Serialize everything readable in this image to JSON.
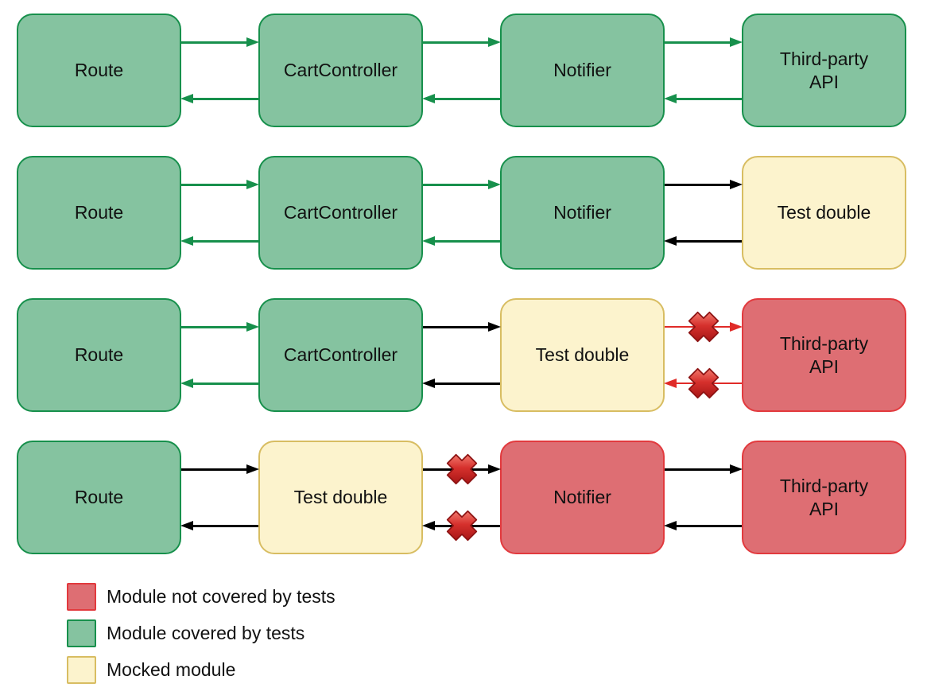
{
  "colors": {
    "green_fill": "#85c3a0",
    "green_border": "#17904c",
    "yellow_fill": "#fcf3cd",
    "yellow_border": "#d8bd62",
    "red_fill": "#de6e73",
    "red_border": "#e23a3e",
    "arrow_green": "#17904c",
    "arrow_black": "#000000",
    "arrow_red": "#e02b28",
    "x_mark_top": "#f2796d",
    "x_mark_mid": "#d6312d",
    "x_mark_bottom": "#a81616",
    "x_mark_outline": "#8d1313"
  },
  "rows": [
    {
      "boxes": [
        {
          "label": "Route",
          "status": "covered"
        },
        {
          "label": "CartController",
          "status": "covered"
        },
        {
          "label": "Notifier",
          "status": "covered"
        },
        {
          "label": "Third-party API",
          "status": "covered"
        }
      ],
      "connectors": [
        {
          "style": "green",
          "crossed": false
        },
        {
          "style": "green",
          "crossed": false
        },
        {
          "style": "green",
          "crossed": false
        }
      ]
    },
    {
      "boxes": [
        {
          "label": "Route",
          "status": "covered"
        },
        {
          "label": "CartController",
          "status": "covered"
        },
        {
          "label": "Notifier",
          "status": "covered"
        },
        {
          "label": "Test double",
          "status": "mocked"
        }
      ],
      "connectors": [
        {
          "style": "green",
          "crossed": false
        },
        {
          "style": "green",
          "crossed": false
        },
        {
          "style": "black",
          "crossed": false
        }
      ]
    },
    {
      "boxes": [
        {
          "label": "Route",
          "status": "covered"
        },
        {
          "label": "CartController",
          "status": "covered"
        },
        {
          "label": "Test double",
          "status": "mocked"
        },
        {
          "label": "Third-party API",
          "status": "not-covered"
        }
      ],
      "connectors": [
        {
          "style": "green",
          "crossed": false
        },
        {
          "style": "black",
          "crossed": false
        },
        {
          "style": "red",
          "crossed": true
        }
      ]
    },
    {
      "boxes": [
        {
          "label": "Route",
          "status": "covered"
        },
        {
          "label": "Test double",
          "status": "mocked"
        },
        {
          "label": "Notifier",
          "status": "not-covered"
        },
        {
          "label": "Third-party API",
          "status": "not-covered"
        }
      ],
      "connectors": [
        {
          "style": "black",
          "crossed": false
        },
        {
          "style": "black",
          "crossed": true
        },
        {
          "style": "black",
          "crossed": false
        }
      ]
    }
  ],
  "legend": {
    "items": [
      {
        "swatch": "red",
        "label": "Module not covered by tests"
      },
      {
        "swatch": "green",
        "label": "Module covered by tests"
      },
      {
        "swatch": "yellow",
        "label": "Mocked module"
      }
    ]
  }
}
